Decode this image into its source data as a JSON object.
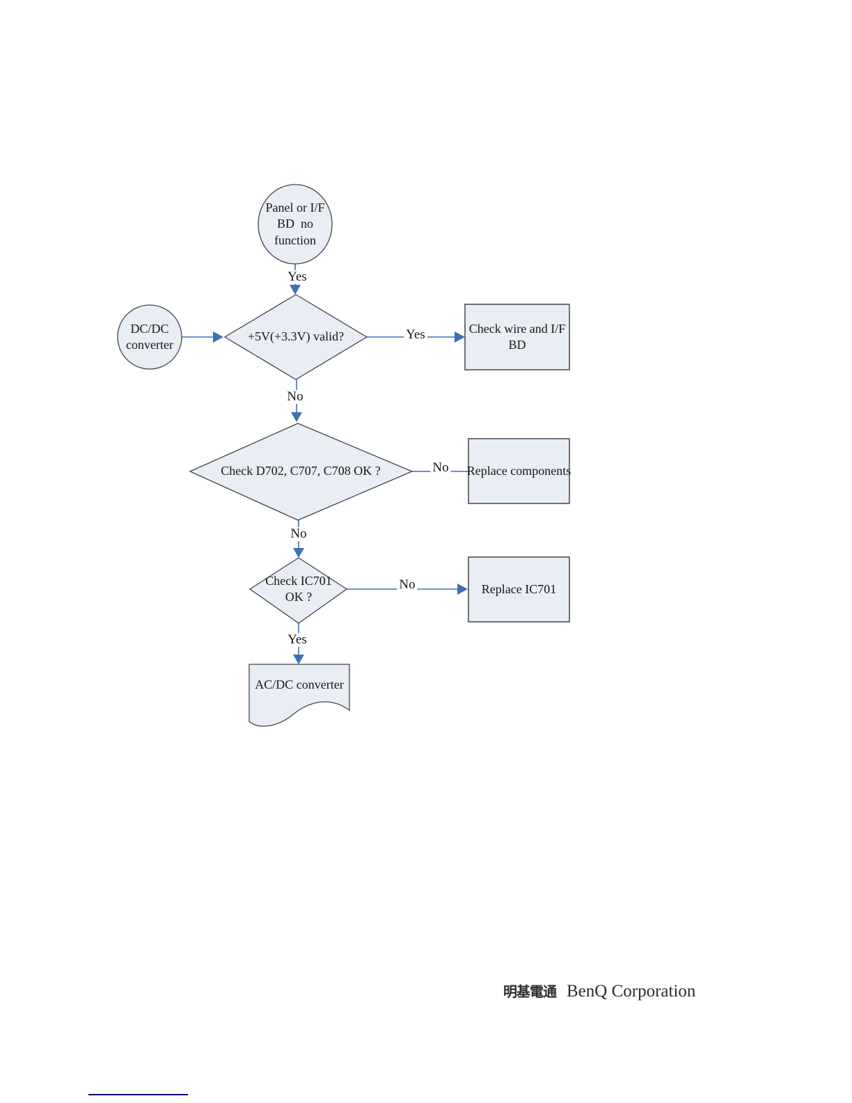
{
  "theme": {
    "page_bg": "#ffffff",
    "node_fill": "#e9edf4",
    "node_border": "#44444c",
    "connector": "#3f6fb4",
    "text": "#161616",
    "footer_rule": "#000080",
    "logo_color": "#2b2b2b"
  },
  "flowchart": {
    "nodes": {
      "start": {
        "shape": "circle",
        "lines": [
          "Panel or I/F",
          "BD  no",
          "function"
        ]
      },
      "dc_converter": {
        "shape": "circle",
        "lines": [
          "DC/DC",
          "converter"
        ]
      },
      "check_5v": {
        "shape": "decision",
        "lines": [
          "+5V(+3.3V) valid?"
        ]
      },
      "check_wire": {
        "shape": "process",
        "lines": [
          "Check wire and I/F",
          "BD"
        ]
      },
      "check_caps": {
        "shape": "decision",
        "lines": [
          "Check D702, C707, C708 OK ?"
        ]
      },
      "replace_components": {
        "shape": "process",
        "lines": [
          "Replace components"
        ]
      },
      "check_ic701": {
        "shape": "decision",
        "lines": [
          "Check IC701",
          "OK ?"
        ]
      },
      "replace_ic701": {
        "shape": "process",
        "lines": [
          "Replace IC701"
        ]
      },
      "acdc_converter": {
        "shape": "document",
        "lines": [
          "AC/DC converter"
        ]
      }
    },
    "edge_labels": {
      "start_to_check5v": "Yes",
      "check5v_to_checkwire": "Yes",
      "check5v_to_checkcaps": "No",
      "checkcaps_to_replace": "No",
      "checkcaps_to_checkic": "No",
      "checkic_to_replace": "No",
      "checkic_to_acdc": "Yes"
    }
  },
  "footer": {
    "logo_cjk": "明基電通",
    "logo_text": "BenQ Corporation"
  }
}
